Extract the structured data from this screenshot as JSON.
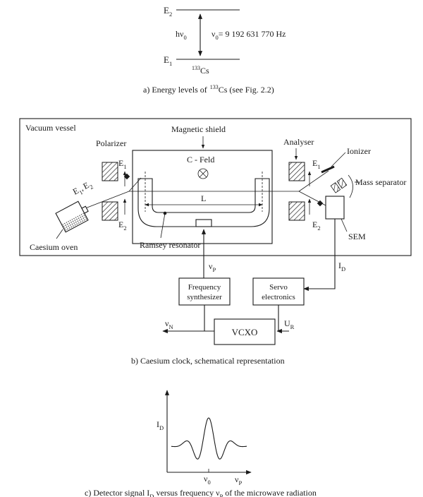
{
  "energy": {
    "upper_level": "E",
    "upper_sub": "2",
    "lower_level": "E",
    "lower_sub": "1",
    "h_nu": "hν",
    "h_nu_sub": "0",
    "nu_symbol": "ν",
    "nu_sub": "0",
    "nu_value": "= 9 192 631 770 Hz",
    "isotope_mass": "133",
    "isotope_symbol": "Cs",
    "caption_a_prefix": "a) Energy levels of",
    "caption_a_mass": "133",
    "caption_a_suffix": "Cs (see Fig. 2.2)"
  },
  "clock": {
    "vacuum_vessel": "Vacuum vessel",
    "magnetic_shield": "Magnetic shield",
    "polarizer": "Polarizer",
    "analyser": "Analyser",
    "ionizer": "Ionizer",
    "mass_separator": "Mass separator",
    "c_field": "C - Feld",
    "length_label": "L",
    "ramsey_resonator": "Ramsey resonator",
    "caesium_oven": "Caesium oven",
    "sem": "SEM",
    "e": "E",
    "sub1": "1",
    "sub2": "2",
    "beam_e1": "E",
    "beam_e1_sub": "1",
    "beam_comma": ",",
    "beam_e2": "E",
    "beam_e2_sub": "2",
    "nu_p": "ν",
    "nu_p_sub": "P",
    "i_d": "I",
    "i_d_sub": "D",
    "frequency_synthesizer_line1": "Frequency",
    "frequency_synthesizer_line2": "synthesizer",
    "servo_electronics_line1": "Servo",
    "servo_electronics_line2": "electronics",
    "vcxo": "VCXO",
    "nu_n": "ν",
    "nu_n_sub": "N",
    "u_r": "U",
    "u_r_sub": "R",
    "caption_b": "b) Caesium clock, schematical representation"
  },
  "signal": {
    "y_axis": "I",
    "y_axis_sub": "D",
    "x_tick": "ν",
    "x_tick_sub": "0",
    "x_axis": "ν",
    "x_axis_sub": "P",
    "caption_c": "c) Detector signal I",
    "caption_c_sub1": "D",
    "caption_c_mid": " versus frequency ν",
    "caption_c_sub2": "P",
    "caption_c_end": " of the microwave radiation"
  }
}
